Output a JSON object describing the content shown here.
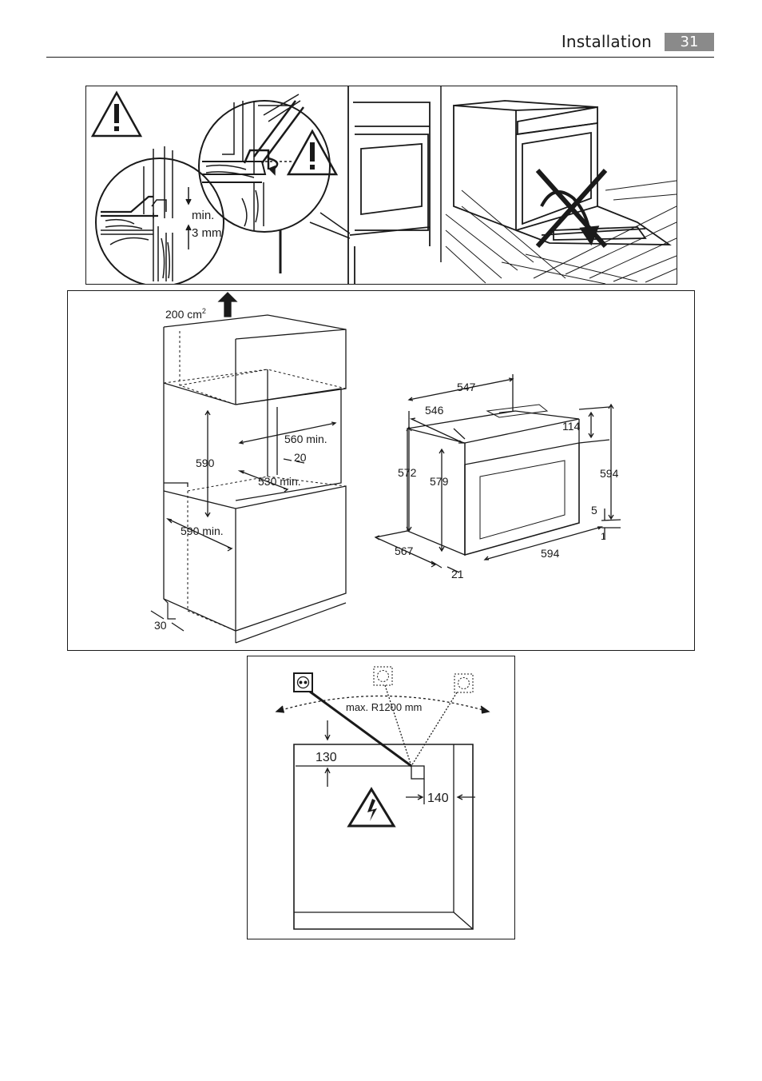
{
  "header": {
    "section_title": "Installation",
    "page_number": "31"
  },
  "fig1": {
    "gap_line1": "min.",
    "gap_line2": "3 mm"
  },
  "fig2": {
    "vent": "200 cm",
    "vent_sup": "2",
    "niche": {
      "w560": "560 min.",
      "d20": "20",
      "h590": "590",
      "d530": "530 min.",
      "d590": "590 min.",
      "t30": "30"
    },
    "oven": {
      "w547": "547",
      "w546": "546",
      "h114": "114",
      "h572": "572",
      "h579": "579",
      "h594": "594",
      "h5": "5",
      "h1": "1",
      "d567": "567",
      "w594": "594",
      "d21": "21"
    }
  },
  "fig3": {
    "radius": "max. R1200 mm",
    "d130": "130",
    "d140": "140"
  }
}
